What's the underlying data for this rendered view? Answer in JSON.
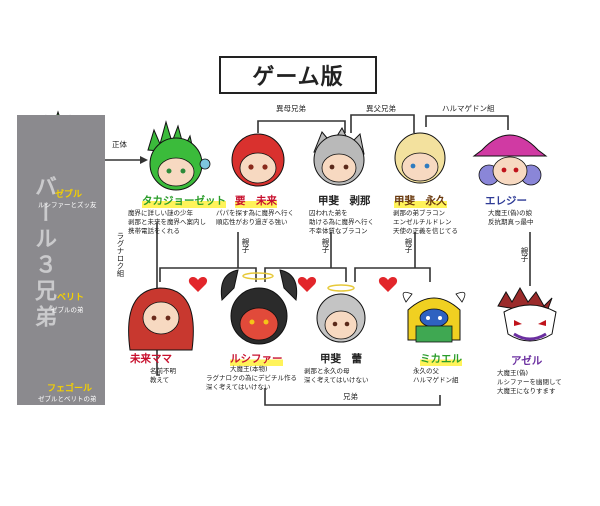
{
  "title": "ゲーム版",
  "sidebar": {
    "vertical_text": "バール３兄弟",
    "members": [
      {
        "name": "ゼブル",
        "note": "ルシファーとズッ友"
      },
      {
        "name": "ベリト",
        "note": "ゼブルの弟"
      },
      {
        "name": "フェゴール",
        "note": "ゼブルとベリトの弟"
      }
    ]
  },
  "relations": {
    "shotai": "正体",
    "ibo_kyodai": "異母兄弟",
    "ifu_kyodai": "異父兄弟",
    "harumagedon": "ハルマゲドン組",
    "ragnarok": "ラグナロク組",
    "oyako_1": "親子",
    "oyako_2": "親子",
    "oyako_3": "親子",
    "oyako_4": "親子",
    "kyodai": "兄弟"
  },
  "characters": [
    {
      "key": "takajo",
      "name": "タカジョーゼット",
      "notes": [
        "魔界に詳しい謎の少年",
        "剥那と未来を魔界へ案内し",
        "携帯電話をくれる"
      ]
    },
    {
      "key": "kaname",
      "name": "要　未来",
      "notes": [
        "パパを探す為に魔界へ行く",
        "順応性がおり過ぎる強い"
      ]
    },
    {
      "key": "setsuna",
      "name": "甲斐　剥那",
      "notes": [
        "囚われた弟を",
        "助ける為に魔界へ行く",
        "不幸体質なブラコン"
      ]
    },
    {
      "key": "towa",
      "name": "甲斐　永久",
      "notes": [
        "剥那の弟ブラコン",
        "エンゼルチルドレン",
        "天使の正義を信じてる"
      ]
    },
    {
      "key": "elegy",
      "name": "エレジー",
      "notes": [
        "大魔王(偽)の娘",
        "反抗期真っ最中"
      ]
    },
    {
      "key": "mama",
      "name": "未来ママ",
      "notes": [
        "名前不明",
        "教えて"
      ]
    },
    {
      "key": "lucifer",
      "name": "ルシファー",
      "notes": [
        "大魔王(本物)",
        "ラグナロクの為にデビチル作る",
        "深く考えてはいけない"
      ]
    },
    {
      "key": "kaori",
      "name": "甲斐　蕾",
      "notes": [
        "剥那と永久の母",
        "深く考えてはいけない"
      ]
    },
    {
      "key": "michael",
      "name": "ミカエル",
      "notes": [
        "永久の父",
        "ハルマゲドン組"
      ]
    },
    {
      "key": "azel",
      "name": "アゼル",
      "notes": [
        "大魔王(偽)",
        "ルシファーを幽閉して",
        "大魔王になりすます"
      ]
    }
  ],
  "colors": {
    "heart": "#e2262b",
    "name_highlight": "#fff35a",
    "sidebar_name": "#f4d000",
    "sidebar_bg": "#8b8a8e"
  },
  "icons": [
    "heart-icon"
  ]
}
